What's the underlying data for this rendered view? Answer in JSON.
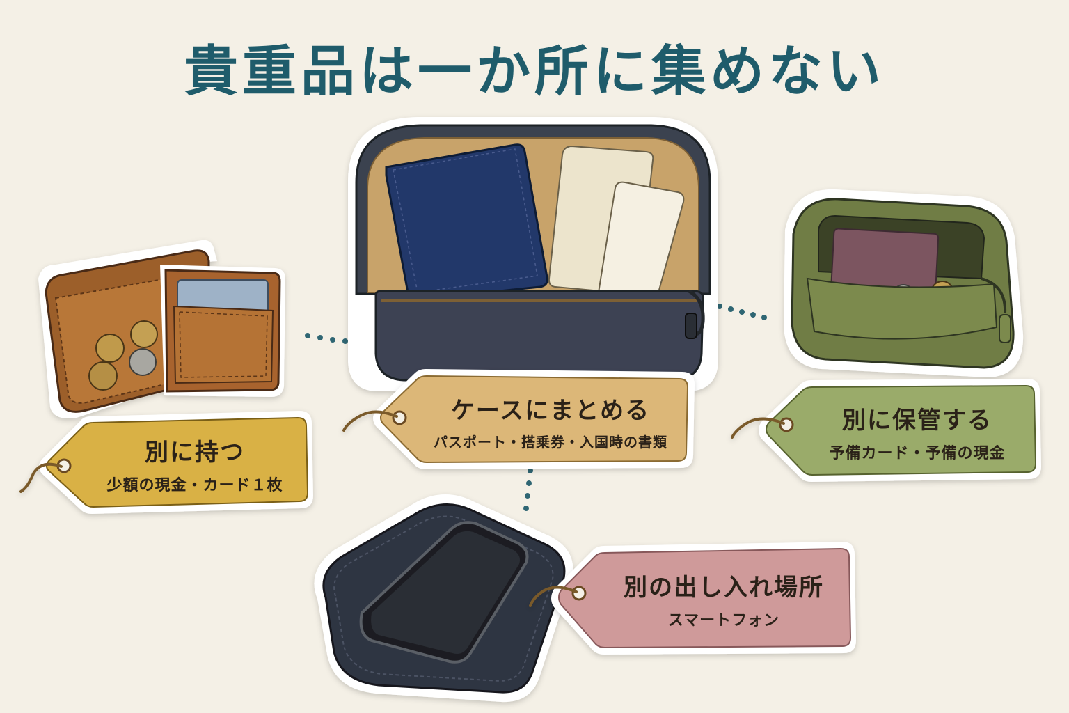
{
  "title": "貴重品は一か所に集めない",
  "tags": {
    "wallet": {
      "main": "別に持つ",
      "sub": "少額の現金・カード１枚"
    },
    "case": {
      "main": "ケースにまとめる",
      "sub": "パスポート・搭乗券・入国時の書類"
    },
    "pouch": {
      "main": "別に保管する",
      "sub": "予備カード・予備の現金"
    },
    "phone": {
      "main": "別の出し入れ場所",
      "sub": "スマートフォン"
    }
  },
  "colors": {
    "background": "#f4f0e6",
    "title": "#1f5c6b",
    "wallet_tag": "#d9b145",
    "case_tag": "#dcb778",
    "pouch_tag": "#9aab6a",
    "phone_tag": "#cf9a9a"
  }
}
